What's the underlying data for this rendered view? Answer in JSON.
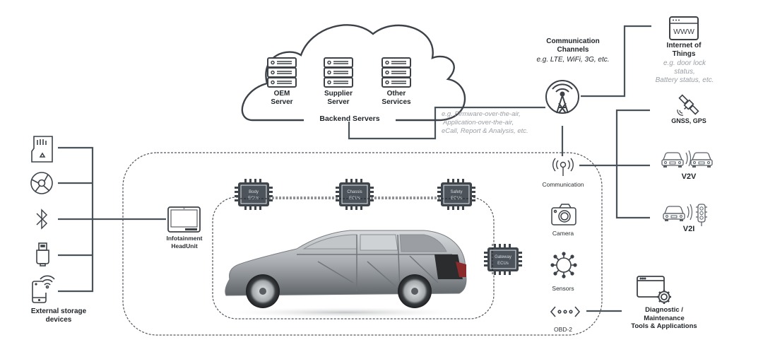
{
  "backend": {
    "title": "Backend Servers",
    "servers": [
      {
        "icon": "server-rack-icon",
        "line1": "OEM",
        "line2": "Server"
      },
      {
        "icon": "server-rack-icon",
        "line1": "Supplier",
        "line2": "Server"
      },
      {
        "icon": "server-rack-icon",
        "line1": "Other",
        "line2": "Services"
      }
    ]
  },
  "ota_note": {
    "line1": "e.g. Firmware-over-the-air,",
    "line2": "Application-over-the-air,",
    "line3": "eCall, Report & Analysis, etc."
  },
  "comm_channels": {
    "title1": "Communication",
    "title2": "Channels",
    "example": "e.g. LTE, WiFi, 3G, etc.",
    "icon": "cell-tower-icon"
  },
  "iot": {
    "icon": "www-browser-icon",
    "icon_text": "WWW",
    "title1": "Internet of",
    "title2": "Things",
    "note1": "e.g. door lock",
    "note2": "status,",
    "note3": "Battery status, etc."
  },
  "right_targets": [
    {
      "icon": "satellite-icon",
      "label": "GNSS, GPS"
    },
    {
      "icon": "car-to-car-icon",
      "label": "V2V"
    },
    {
      "icon": "car-to-traffic-light-icon",
      "label": "V2I"
    }
  ],
  "vehicle_interfaces": [
    {
      "icon": "antenna-icon",
      "label": "Communication"
    },
    {
      "icon": "camera-icon",
      "label": "Camera"
    },
    {
      "icon": "sensor-icon",
      "label": "Sensors"
    },
    {
      "icon": "obd-port-icon",
      "label": "OBD-2"
    }
  ],
  "diagnostic": {
    "icon": "window-gear-icon",
    "line1": "Diagnostic /",
    "line2": "Maintenance",
    "line3": "Tools & Applications"
  },
  "external_storage": {
    "label1": "External storage",
    "label2": "devices",
    "devices": [
      {
        "icon": "sd-card-icon"
      },
      {
        "icon": "disc-icon"
      },
      {
        "icon": "bluetooth-icon"
      },
      {
        "icon": "usb-drive-icon"
      },
      {
        "icon": "smartphone-wifi-icon"
      }
    ]
  },
  "infotainment": {
    "icon": "tablet-headunit-icon",
    "line1": "Infotainment",
    "line2": "HeadUnit"
  },
  "ecus": [
    {
      "line1": "Body",
      "line2": "ECUs"
    },
    {
      "line1": "Chassis",
      "line2": "ECUs"
    },
    {
      "line1": "Safety",
      "line2": "ECUs"
    },
    {
      "line1": "Gateway",
      "line2": "ECUs"
    }
  ],
  "car": {
    "icon": "car-cutaway-image"
  },
  "colors": {
    "line": "#4a525a",
    "icon": "#3c4248",
    "note": "#9a9fa4",
    "ecu_fill": "#3e454c"
  }
}
